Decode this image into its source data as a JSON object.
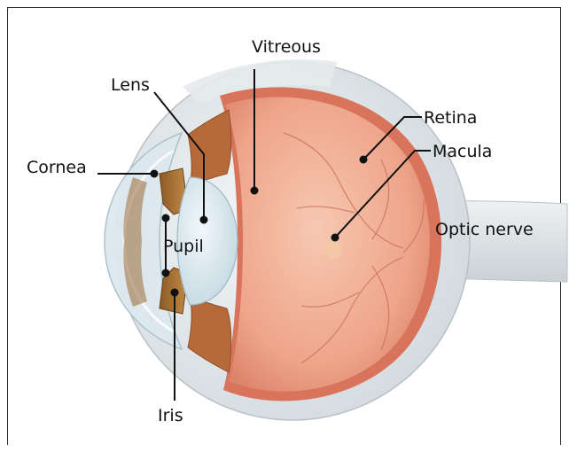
{
  "labels": {
    "vitreous": "Vitreous",
    "lens": "Lens",
    "retina": "Retina",
    "macula": "Macula",
    "cornea": "Cornea",
    "pupil": "Pupil",
    "optic_nerve": "Optic nerve",
    "iris": "Iris"
  }
}
